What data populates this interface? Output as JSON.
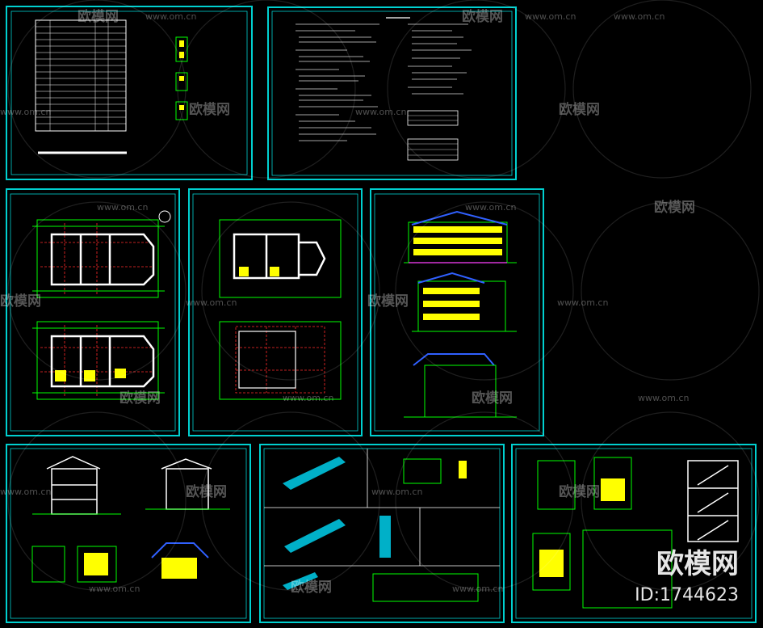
{
  "watermark": {
    "brand": "欧模网",
    "url": "www.om.cn"
  },
  "corner": {
    "brand": "欧模网",
    "id": "ID:1744623"
  },
  "colors": {
    "background": "#000000",
    "frame": "#00d0d0",
    "lines_primary": "#00ff00",
    "lines_secondary": "#ffff00",
    "text": "#ffffff",
    "accent_red": "#ff2a2a",
    "accent_blue": "#3060ff",
    "accent_magenta": "#ff40ff"
  }
}
